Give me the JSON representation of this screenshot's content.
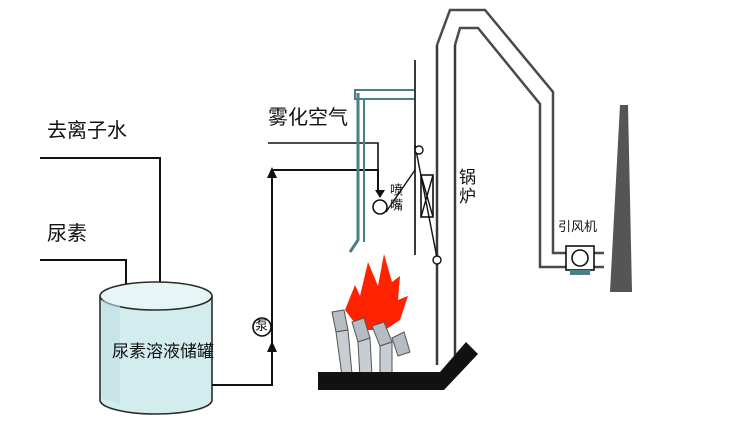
{
  "labels": {
    "deionized_water": "去离子水",
    "urea": "尿素",
    "storage_tank": "尿素溶液储罐",
    "pump": "泵",
    "atomizing_air": "雾化空气",
    "nozzle": "喷嘴",
    "boiler": "锅炉",
    "induced_fan": "引风机"
  },
  "colors": {
    "line": "#111111",
    "duct": "#4a4a4a",
    "tank_fill": "#cfe9ec",
    "water_blue": "#7fb8c4",
    "flame_red": "#ff2200",
    "burner_gray": "#9aa0a6",
    "chimney": "#555555",
    "grate": "#111111"
  }
}
